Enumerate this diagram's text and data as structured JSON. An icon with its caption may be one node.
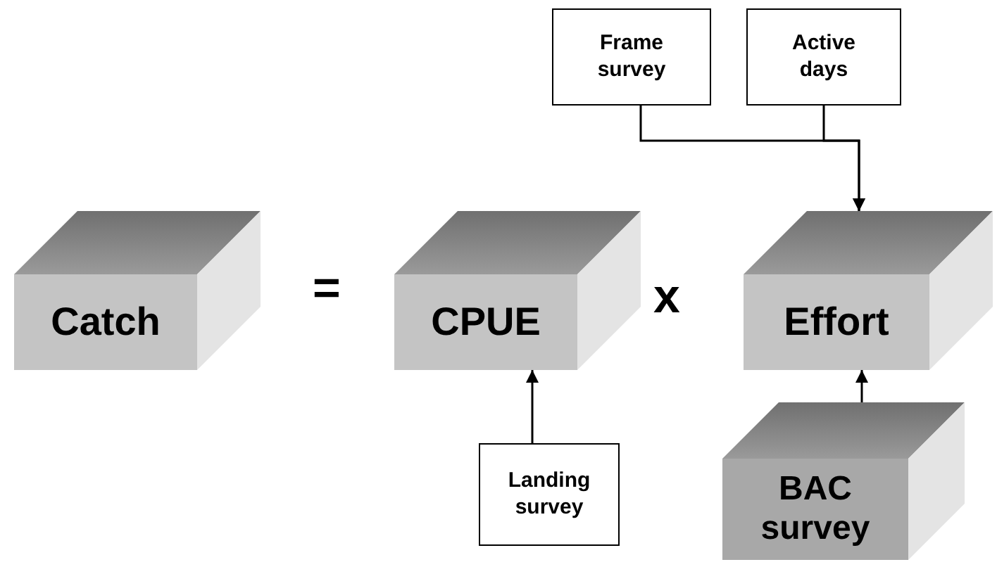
{
  "diagram": {
    "nodes": [
      {
        "text": [
          "Catch"
        ]
      },
      {
        "text": [
          "CPUE"
        ]
      },
      {
        "text": [
          "Effort"
        ]
      },
      {
        "text": [
          "Frame survey"
        ]
      },
      {
        "text": [
          "Active days"
        ]
      },
      {
        "text": [
          "Landing survey"
        ]
      },
      {
        "text": [
          "BAC survey"
        ]
      }
    ],
    "edges": [
      {
        "from": 3,
        "to": 2,
        "arrow": "to"
      },
      {
        "from": 4,
        "to": 2,
        "arrow": "to"
      },
      {
        "from": 5,
        "to": 1,
        "arrow": "to"
      },
      {
        "from": 6,
        "to": 2,
        "arrow": "to"
      }
    ],
    "labels": [
      "=",
      "x"
    ]
  }
}
